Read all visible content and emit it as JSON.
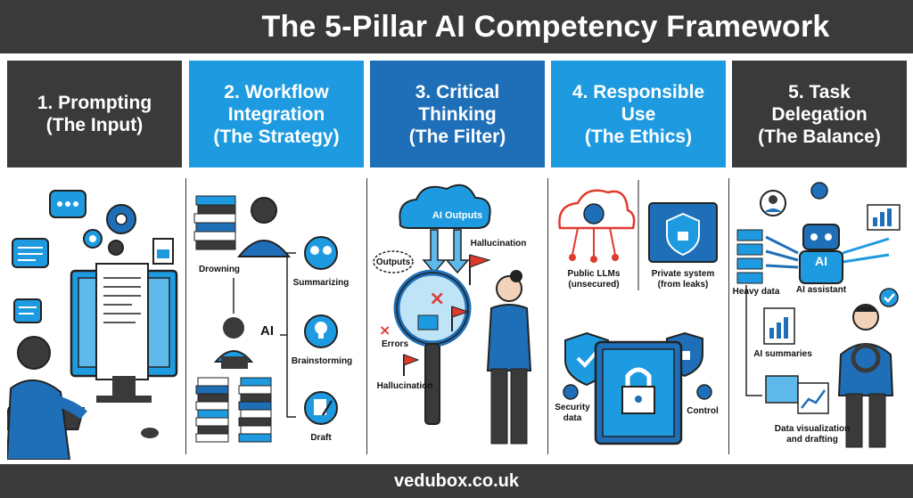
{
  "title": "The 5-Pillar AI Competency Framework",
  "footer": "vedubox.co.uk",
  "pillars": [
    {
      "line1": "1. Prompting",
      "line2": "(The Input)",
      "line3": ""
    },
    {
      "line1": "2. Workflow",
      "line2": "Integration",
      "line3": "(The Strategy)"
    },
    {
      "line1": "3. Critical",
      "line2": "Thinking",
      "line3": "(The Filter)"
    },
    {
      "line1": "4. Responsible",
      "line2": "Use",
      "line3": "(The Ethics)"
    },
    {
      "line1": "5. Task",
      "line2": "Delegation",
      "line3": "(The Balance)"
    }
  ],
  "workflow": {
    "drowning": "Drowning",
    "ai": "AI",
    "summarizing": "Summarizing",
    "brainstorming": "Brainstorming",
    "draft": "Draft"
  },
  "critical": {
    "ai_outputs": "AI Outputs",
    "outputs": "Outputs",
    "hallucination_top": "Hallucination",
    "errors": "Errors",
    "hallucination_bottom": "Hallucination"
  },
  "responsible": {
    "public_line1": "Public LLMs",
    "public_line2": "(unsecured)",
    "private_line1": "Private system",
    "private_line2": "(from leaks)",
    "security_line1": "Security",
    "security_line2": "data",
    "control": "Control"
  },
  "delegation": {
    "heavy_data": "Heavy data",
    "ai_badge": "AI",
    "ai_assistant": "AI assistant",
    "ai_summaries": "AI summaries",
    "viz_line1": "Data visualization",
    "viz_line2": "and drafting"
  },
  "colors": {
    "dark": "#3a3a3a",
    "light_blue": "#1e9be0",
    "mid_blue": "#1f6fb8",
    "accent_red": "#e03a2f"
  }
}
